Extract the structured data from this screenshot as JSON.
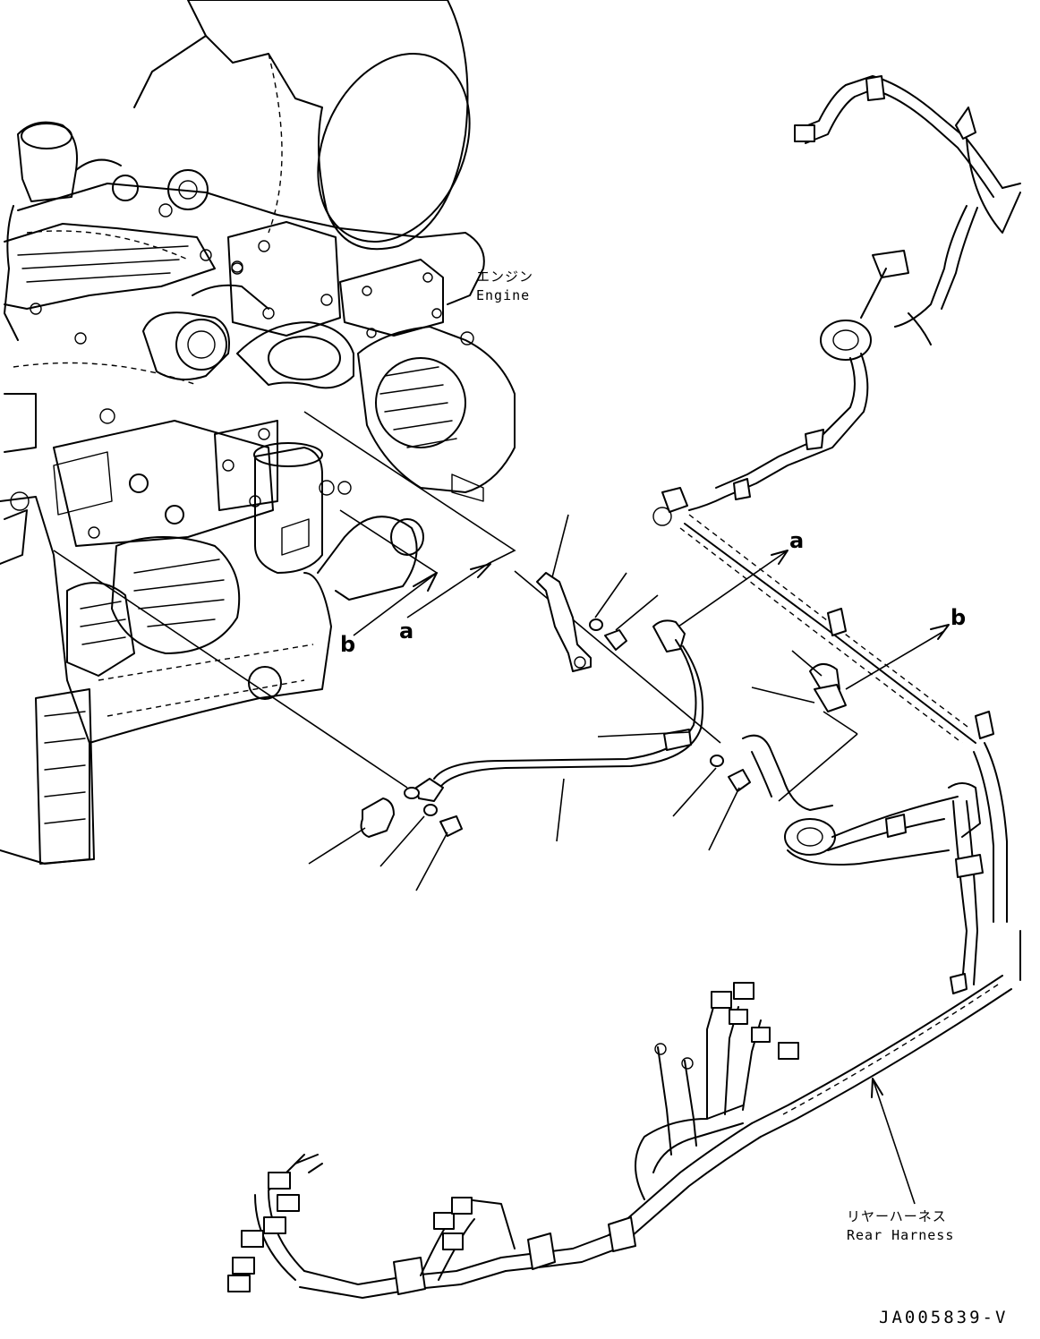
{
  "labels": {
    "engine_jp": "エンジン",
    "engine_en": "Engine",
    "rear_harness_jp": "リヤーハーネス",
    "rear_harness_en": "Rear Harness"
  },
  "callouts": {
    "a_left": "a",
    "b_left": "b",
    "a_right": "a",
    "b_right": "b"
  },
  "document_id": "JA005839-V"
}
